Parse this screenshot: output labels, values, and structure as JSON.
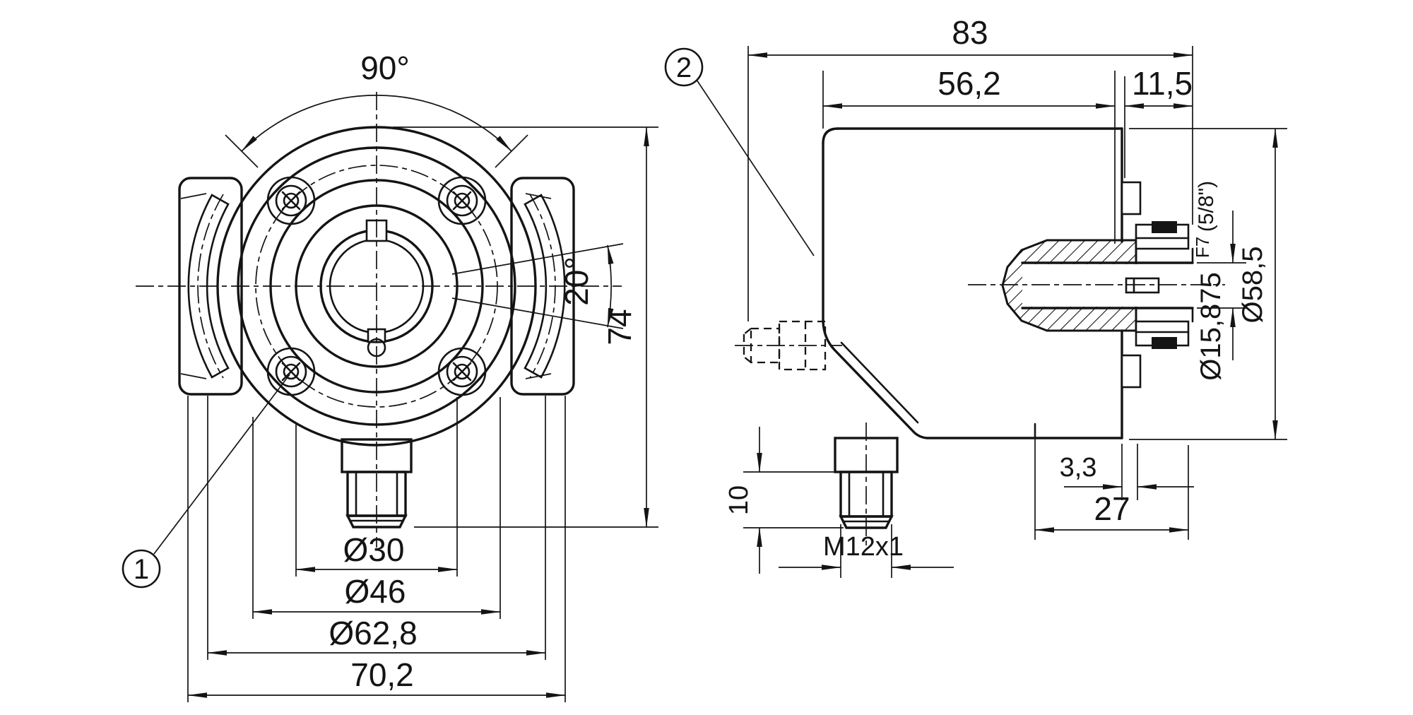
{
  "drawing": {
    "colors": {
      "line": "#141414",
      "background": "#ffffff"
    },
    "front": {
      "angle90": "90°",
      "angle20": "20°",
      "h74": "74",
      "d30": "Ø30",
      "d46": "Ø46",
      "d628": "Ø62,8",
      "w702": "70,2",
      "callout1": "1"
    },
    "side": {
      "l83": "83",
      "l562": "56,2",
      "l115": "11,5",
      "bore": "Ø15,875",
      "fit": "F7",
      "inch": "(5/8\")",
      "d585": "Ø58,5",
      "g33": "3,3",
      "d27": "27",
      "l10": "10",
      "thread": "M12x1",
      "callout2": "2"
    }
  }
}
